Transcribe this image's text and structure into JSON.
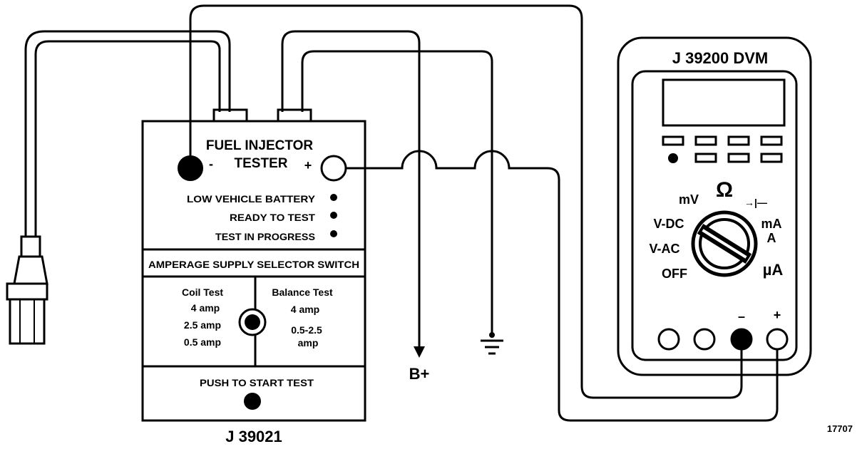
{
  "tester": {
    "title_line1": "FUEL INJECTOR",
    "title_line2": "TESTER",
    "neg_sign": "-",
    "pos_sign": "+",
    "indicators": [
      "LOW VEHICLE BATTERY",
      "READY TO TEST",
      "TEST IN PROGRESS"
    ],
    "selector_header": "AMPERAGE SUPPLY SELECTOR SWITCH",
    "coil_test": {
      "title": "Coil Test",
      "options": [
        "4 amp",
        "2.5 amp",
        "0.5 amp"
      ]
    },
    "balance_test": {
      "title": "Balance Test",
      "options": [
        "4 amp",
        "0.5-2.5",
        "amp"
      ]
    },
    "push_label": "PUSH TO START TEST",
    "model": "J 39021"
  },
  "dvm": {
    "title": "J 39200 DVM",
    "dial_labels": {
      "mv": "mV",
      "ohm": "Ω",
      "diode": "→|—",
      "vdc": "V-DC",
      "vac": "V-AC",
      "off": "OFF",
      "ma": "mA",
      "a": "A",
      "ua": "µA"
    },
    "neg_label": "–",
    "pos_label": "+"
  },
  "battery_label": "B+",
  "figure_number": "17707"
}
